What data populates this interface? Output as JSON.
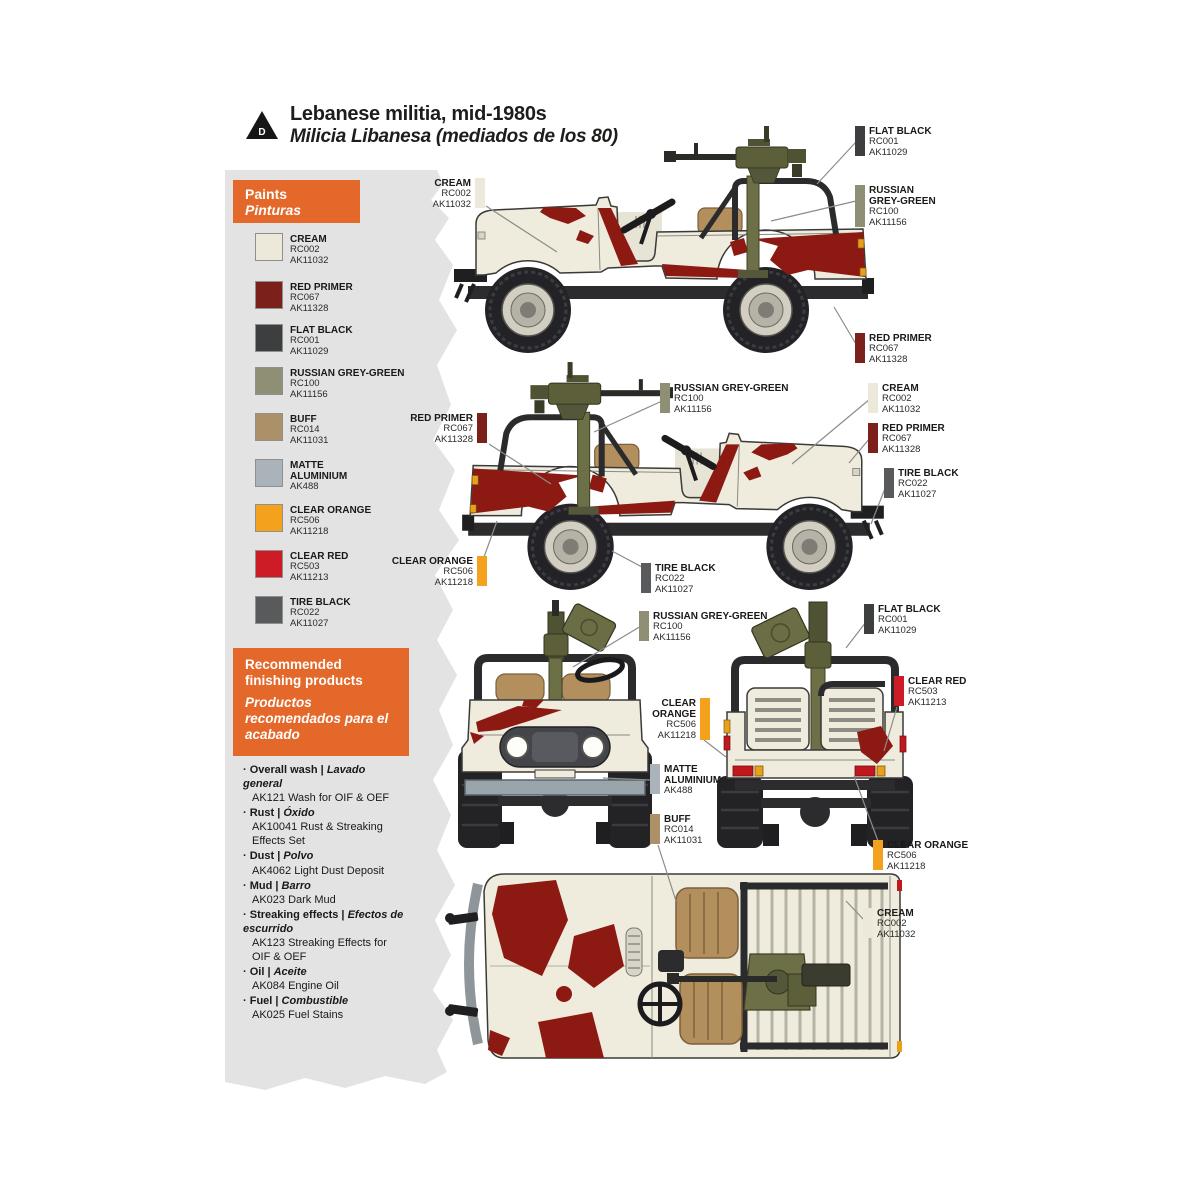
{
  "header": {
    "marker": "D",
    "title_en": "Lebanese militia, mid-1980s",
    "title_es": "Milicia Libanesa (mediados de los 80)"
  },
  "palette": {
    "accent_orange": "#e4682a",
    "strip_grey": "#e3e3e3",
    "leader_line": "#8c8c8c",
    "body_cream": "#efecdd",
    "camo_red": "#8c1a13"
  },
  "paints": {
    "header_en": "Paints",
    "header_es": "Pinturas",
    "items": [
      {
        "name": "CREAM",
        "code1": "RC002",
        "code2": "AK11032",
        "color": "#ece9da"
      },
      {
        "name": "RED PRIMER",
        "code1": "RC067",
        "code2": "AK11328",
        "color": "#7c201c"
      },
      {
        "name": "FLAT BLACK",
        "code1": "RC001",
        "code2": "AK11029",
        "color": "#3d3e40"
      },
      {
        "name": "RUSSIAN GREY-GREEN",
        "code1": "RC100",
        "code2": "AK11156",
        "color": "#8e8f75"
      },
      {
        "name": "BUFF",
        "code1": "RC014",
        "code2": "AK11031",
        "color": "#ab9068"
      },
      {
        "name": "MATTE ALUMINIUM",
        "code1": "AK488",
        "code2": "",
        "color": "#a9b3b9"
      },
      {
        "name": "CLEAR ORANGE",
        "code1": "RC506",
        "code2": "AK11218",
        "color": "#f4a11d"
      },
      {
        "name": "CLEAR RED",
        "code1": "RC503",
        "code2": "AK11213",
        "color": "#ce1c26"
      },
      {
        "name": "TIRE BLACK",
        "code1": "RC022",
        "code2": "AK11027",
        "color": "#595a5c"
      }
    ]
  },
  "finishing": {
    "header_en": "Recommended finishing products",
    "header_es": "Productos recomendados para el acabado",
    "items": [
      {
        "en": "Overall wash |",
        "es": "Lavado general",
        "detail": "AK121 Wash for OIF & OEF"
      },
      {
        "en": "Rust |",
        "es": "Óxido",
        "detail": "AK10041 Rust & Streaking Effects Set"
      },
      {
        "en": "Dust |",
        "es": "Polvo",
        "detail": "AK4062 Light Dust Deposit"
      },
      {
        "en": "Mud |",
        "es": "Barro",
        "detail": "AK023 Dark Mud"
      },
      {
        "en": "Streaking effects |",
        "es": "Efectos de escurrido",
        "detail": "AK123 Streaking Effects for OIF & OEF"
      },
      {
        "en": "Oil |",
        "es": "Aceite",
        "detail": "AK084 Engine Oil"
      },
      {
        "en": "Fuel |",
        "es": "Combustible",
        "detail": "AK025 Fuel Stains"
      }
    ]
  }
}
